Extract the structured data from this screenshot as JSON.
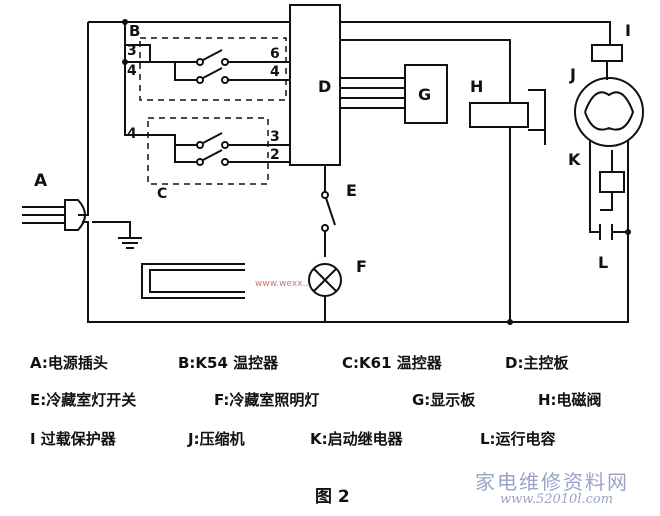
{
  "diagram": {
    "labels": {
      "A": "A",
      "B": "B",
      "C": "C",
      "D": "D",
      "E": "E",
      "F": "F",
      "G": "G",
      "H": "H",
      "I": "I",
      "J": "J",
      "K": "K",
      "L": "L"
    },
    "terminals": {
      "b3": "3",
      "b4": "4",
      "b6": "6",
      "b4r": "4",
      "c4": "4",
      "c3": "3",
      "c2": "2"
    },
    "watermark_small": "www.wexx.."
  },
  "legend": {
    "row1": [
      "A:电源插头",
      "B:K54 温控器",
      "C:K61 温控器",
      "D:主控板"
    ],
    "row2": [
      "E:冷藏室灯开关",
      "F:冷藏室照明灯",
      "G:显示板",
      "H:电磁阀"
    ],
    "row3": [
      "I 过载保护器",
      "J:压缩机",
      "K:启动继电器",
      "L:运行电容"
    ]
  },
  "caption": "图 2",
  "watermark": {
    "title": "家电维修资料网",
    "url": "www.52010l.com"
  }
}
